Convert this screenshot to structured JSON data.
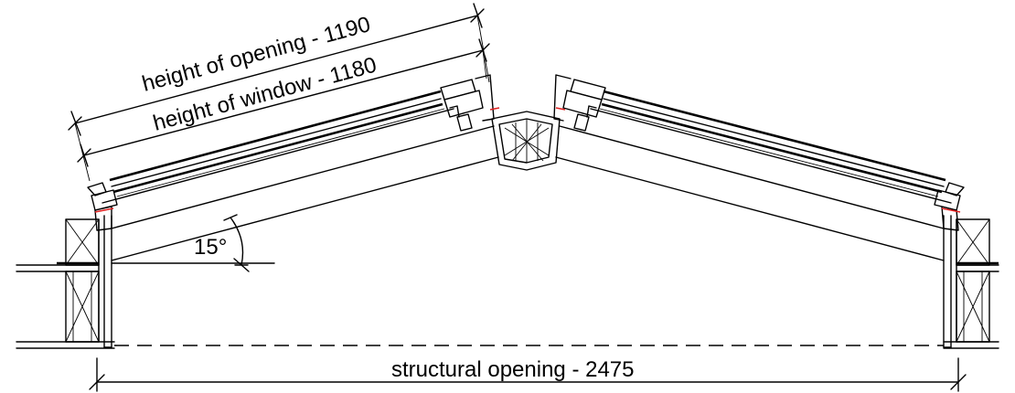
{
  "labels": {
    "height_of_opening": "height of opening - 1190",
    "height_of_window": "height of window - 1180",
    "structural_opening": "structural opening - 2475",
    "angle": "15°"
  }
}
